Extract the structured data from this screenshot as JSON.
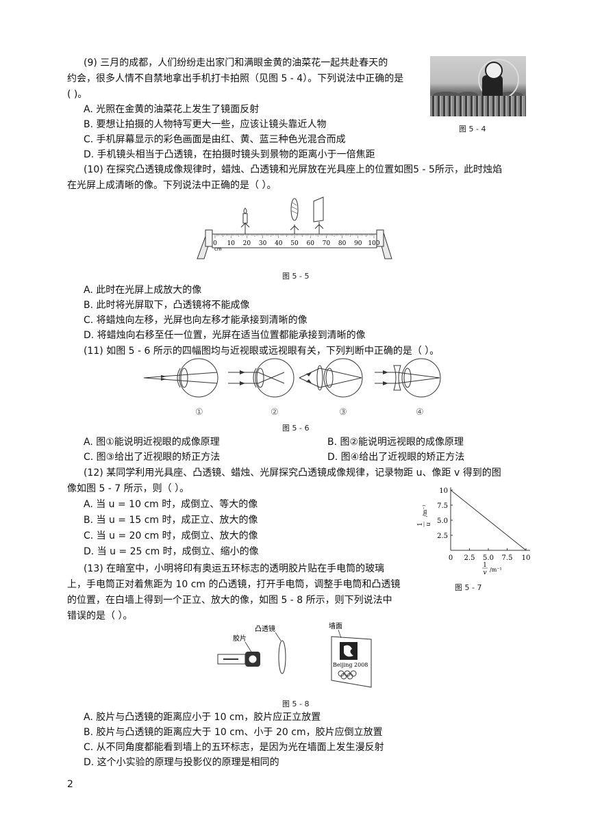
{
  "q9": {
    "lines": [
      "(9)  三月的成都，人们纷纷走出家门和满眼金黄的油菜花一起共赴春天的",
      "约会，很多人情不自禁地拿出手机打卡拍照（见图 5 - 4）。下列说法中正确的是",
      "(        )。"
    ],
    "options": [
      "A.  光照在金黄的油菜花上发生了镜面反射",
      "B.  要想让拍摄的人物特写更大一些，应该让镜头靠近人物",
      "C.  手机屏幕显示的彩色画面是由红、黄、蓝三种色光混合而成",
      "D.  手机镜头相当于凸透镜，在拍摄时镜头到景物的距离小于一倍焦距"
    ],
    "caption": "图 5 - 4"
  },
  "q10": {
    "lines": [
      "(10)  在探究凸透镜成像规律时，蜡烛、凸透镜和光屏放在光具座上的位置如图5 - 5所示，此时烛焰",
      "在光屏上成清晰的像。下列说法中正确的是（        ）。"
    ],
    "bench_ticks": [
      "0",
      "10",
      "20",
      "30",
      "40",
      "50",
      "60",
      "70",
      "80",
      "90",
      "100"
    ],
    "bench_unit": "cm",
    "caption": "图 5 - 5",
    "options": [
      "A.  此时在光屏上成放大的像",
      "B.  此时将光屏取下，凸透镜将不能成像",
      "C.  将蜡烛向左移，光屏也向左移才能承接到清晰的像",
      "D.  将蜡烛向右移至任一位置，光屏在适当位置都能承接到清晰的像"
    ]
  },
  "q11": {
    "lines": [
      "(11)  如图 5 - 6 所示的四幅图均与近视眼或远视眼有关，下列判断中正确的是（        ）。"
    ],
    "panel_labels": [
      "①",
      "②",
      "③",
      "④"
    ],
    "caption": "图 5 - 6",
    "options": [
      "A.  图①能说明近视眼的成像原理",
      "B.  图②能说明远视眼的成像原理",
      "C.  图③给出了近视眼的矫正方法",
      "D.  图④给出了近视眼的矫正方法"
    ]
  },
  "q12": {
    "lines": [
      "(12)  某同学利用光具座、凸透镜、蜡烛、光屏探究凸透镜成像规律，记录物距 u、像距 v 得到的图",
      "像如图 5 - 7 所示，则（        ）。"
    ],
    "options": [
      "A. 当 u = 10 cm 时，成倒立、等大的像",
      "B. 当 u = 15 cm 时，成正立、放大的像",
      "C. 当 u = 20 cm 时，成倒立、放大的像",
      "D. 当 u = 25 cm 时，成倒立、缩小的像"
    ],
    "caption": "图 5 - 7"
  },
  "q13": {
    "lines": [
      "(13)  在暗室中，小明将印有奥运五环标志的透明胶片贴在手电筒的玻璃",
      "上，手电筒正对着焦距为 10 cm 的凸透镜，打开手电筒，调整手电筒和凸透镜",
      "的位置，在白墙上得到一个正立、放大的像，如图 5 - 8 所示，则下列说法中",
      "错误的是（        ）。"
    ],
    "fig_labels": {
      "film": "胶片",
      "lens": "凸透镜",
      "wall": "墙面",
      "beijing": "Beijing 2008"
    },
    "caption": "图 5 - 8",
    "options": [
      "A.  胶片与凸透镜的距离应小于 10 cm，胶片应正立放置",
      "B.  胶片与凸透镜的距离应大于 10 cm、小于 20 cm，胶片应倒立放置",
      "C.  从不同角度都能看到墙上的五环标志，是因为光在墙面上发生漫反射",
      "D.  这个小实验的原理与投影仪的原理是相同的"
    ]
  },
  "chart_data": {
    "type": "line",
    "x": [
      0,
      10
    ],
    "y": [
      10,
      0
    ],
    "xticks": [
      "0",
      "2.5",
      "5.0",
      "7.5",
      "10"
    ],
    "yticks": [
      "10",
      "7.5",
      "5.0",
      "2.5"
    ],
    "xlim": [
      0,
      10
    ],
    "ylim": [
      0,
      10
    ],
    "xlabel_num": "1",
    "xlabel_den": "v",
    "xlabel_unit": "/m⁻¹",
    "ylabel_num": "1",
    "ylabel_den": "u",
    "ylabel_unit": "/m⁻¹"
  },
  "page_number": "2"
}
